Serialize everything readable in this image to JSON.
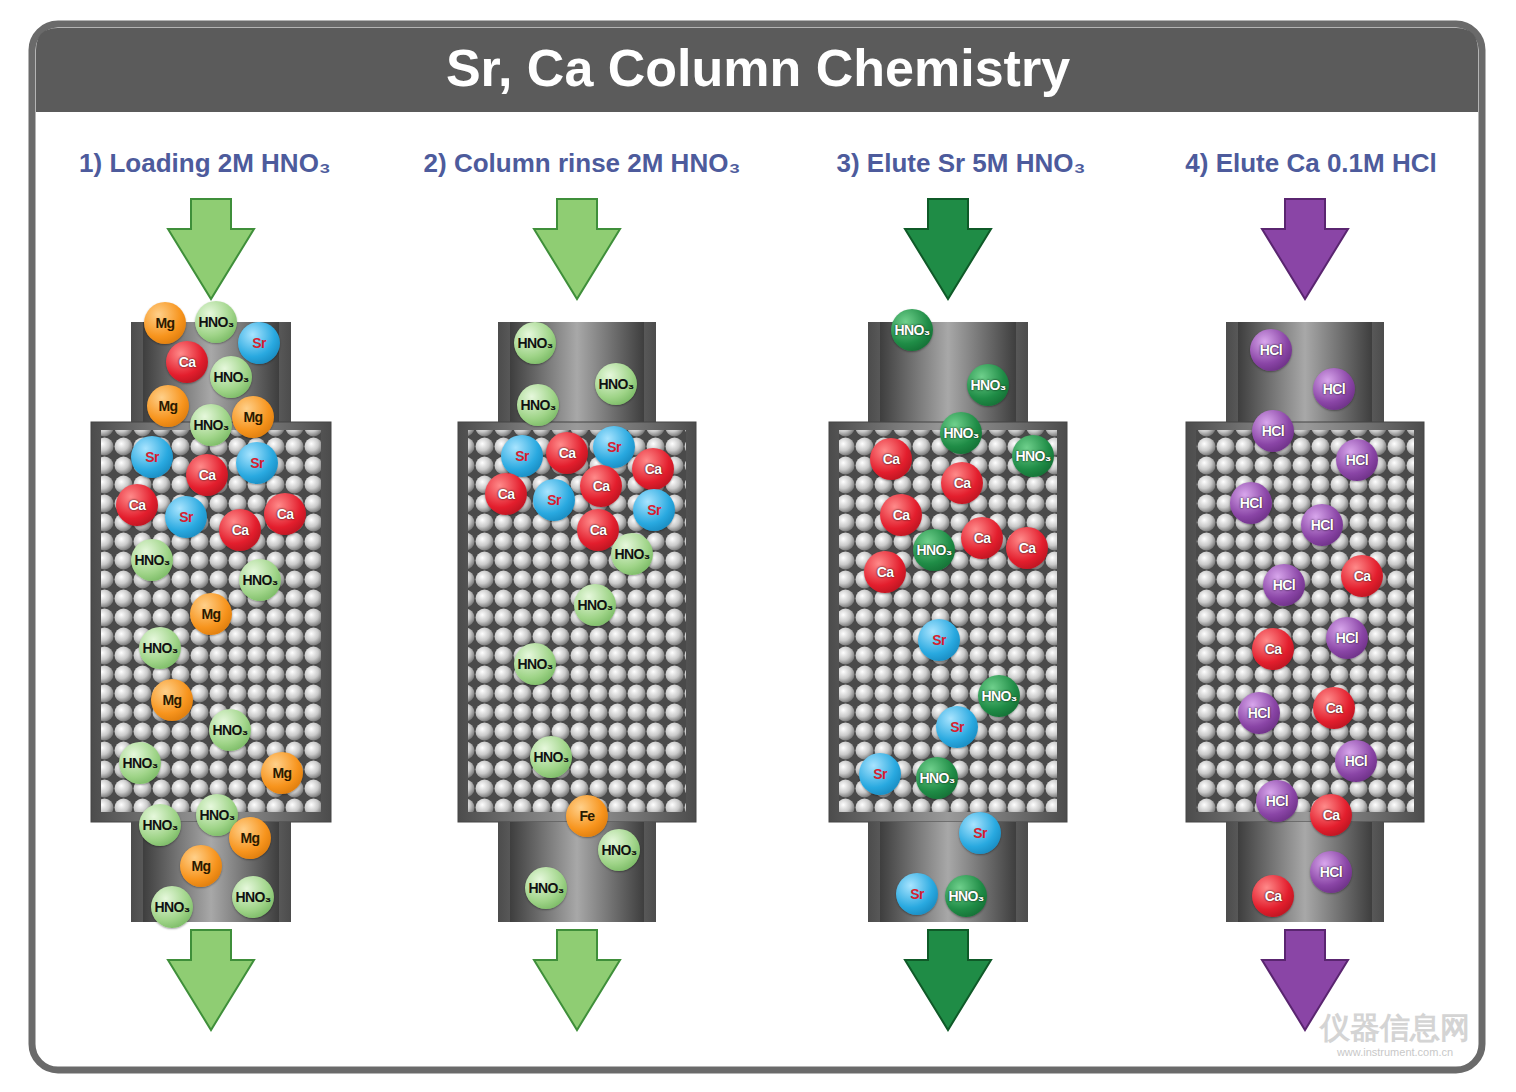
{
  "diagram": {
    "title": "Sr, Ca Column Chemistry",
    "nodes": [
      {
        "text": [
          "Mg"
        ]
      },
      {
        "text": [
          "HNO₃"
        ]
      },
      {
        "text": [
          "Sr"
        ]
      },
      {
        "text": [
          "Ca"
        ]
      },
      {
        "text": [
          "HNO₃"
        ]
      },
      {
        "text": [
          "Mg"
        ]
      },
      {
        "text": [
          "Mg"
        ]
      },
      {
        "text": [
          "HNO₃"
        ]
      },
      {
        "text": [
          "Sr"
        ]
      },
      {
        "text": [
          "Sr"
        ]
      },
      {
        "text": [
          "Ca"
        ]
      },
      {
        "text": [
          "Ca"
        ]
      },
      {
        "text": [
          "Sr"
        ]
      },
      {
        "text": [
          "Ca"
        ]
      },
      {
        "text": [
          "Ca"
        ]
      },
      {
        "text": [
          "HNO₃"
        ]
      },
      {
        "text": [
          "HNO₃"
        ]
      },
      {
        "text": [
          "Mg"
        ]
      },
      {
        "text": [
          "HNO₃"
        ]
      },
      {
        "text": [
          "Mg"
        ]
      },
      {
        "text": [
          "HNO₃"
        ]
      },
      {
        "text": [
          "HNO₃"
        ]
      },
      {
        "text": [
          "Mg"
        ]
      },
      {
        "text": [
          "HNO₃"
        ]
      },
      {
        "text": [
          "HNO₃"
        ]
      },
      {
        "text": [
          "Mg"
        ]
      },
      {
        "text": [
          "Mg"
        ]
      },
      {
        "text": [
          "HNO₃"
        ]
      },
      {
        "text": [
          "HNO₃"
        ]
      },
      {
        "text": [
          "HNO₃"
        ]
      },
      {
        "text": [
          "HNO₃"
        ]
      },
      {
        "text": [
          "HNO₃"
        ]
      },
      {
        "text": [
          "Sr"
        ]
      },
      {
        "text": [
          "Ca"
        ]
      },
      {
        "text": [
          "Sr"
        ]
      },
      {
        "text": [
          "Ca"
        ]
      },
      {
        "text": [
          "Ca"
        ]
      },
      {
        "text": [
          "Sr"
        ]
      },
      {
        "text": [
          "Ca"
        ]
      },
      {
        "text": [
          "Sr"
        ]
      },
      {
        "text": [
          "Ca"
        ]
      },
      {
        "text": [
          "HNO₃"
        ]
      },
      {
        "text": [
          "HNO₃"
        ]
      },
      {
        "text": [
          "HNO₃"
        ]
      },
      {
        "text": [
          "HNO₃"
        ]
      },
      {
        "text": [
          "Fe"
        ]
      },
      {
        "text": [
          "HNO₃"
        ]
      },
      {
        "text": [
          "HNO₃"
        ]
      },
      {
        "text": [
          "HNO₃"
        ]
      },
      {
        "text": [
          "HNO₃"
        ]
      },
      {
        "text": [
          "HNO₃"
        ]
      },
      {
        "text": [
          "HNO₃"
        ]
      },
      {
        "text": [
          "Ca"
        ]
      },
      {
        "text": [
          "Ca"
        ]
      },
      {
        "text": [
          "Ca"
        ]
      },
      {
        "text": [
          "Ca"
        ]
      },
      {
        "text": [
          "HNO₃"
        ]
      },
      {
        "text": [
          "Ca"
        ]
      },
      {
        "text": [
          "Ca"
        ]
      },
      {
        "text": [
          "Sr"
        ]
      },
      {
        "text": [
          "HNO₃"
        ]
      },
      {
        "text": [
          "Sr"
        ]
      },
      {
        "text": [
          "Sr"
        ]
      },
      {
        "text": [
          "HNO₃"
        ]
      },
      {
        "text": [
          "Sr"
        ]
      },
      {
        "text": [
          "Sr"
        ]
      },
      {
        "text": [
          "HNO₃"
        ]
      },
      {
        "text": [
          "HCl"
        ]
      },
      {
        "text": [
          "HCl"
        ]
      },
      {
        "text": [
          "HCl"
        ]
      },
      {
        "text": [
          "HCl"
        ]
      },
      {
        "text": [
          "HCl"
        ]
      },
      {
        "text": [
          "HCl"
        ]
      },
      {
        "text": [
          "HCl"
        ]
      },
      {
        "text": [
          "Ca"
        ]
      },
      {
        "text": [
          "Ca"
        ]
      },
      {
        "text": [
          "HCl"
        ]
      },
      {
        "text": [
          "Ca"
        ]
      },
      {
        "text": [
          "HCl"
        ]
      },
      {
        "text": [
          "HCl"
        ]
      },
      {
        "text": [
          "HCl"
        ]
      },
      {
        "text": [
          "Ca"
        ]
      },
      {
        "text": [
          "HCl"
        ]
      },
      {
        "text": [
          "Ca"
        ]
      }
    ],
    "labels": [
      "1) Loading 2M HNO₃",
      "2) Column rinse 2M HNO₃",
      "3) Elute Sr 5M HNO₃",
      "4) Elute Ca 0.1M HCl",
      "仪器信息网",
      "www.instrument.com.cn"
    ]
  }
}
